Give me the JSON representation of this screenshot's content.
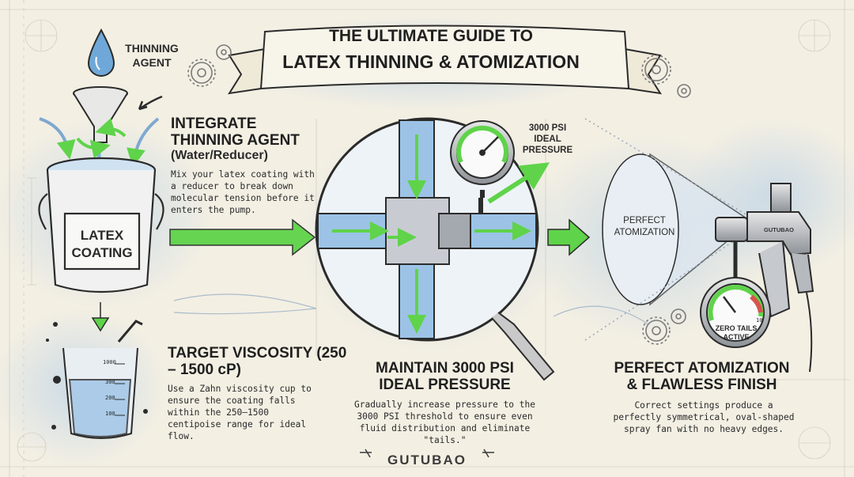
{
  "title": {
    "line1": "THE ULTIMATE GUIDE TO",
    "line2": "LATEX THINNING & ATOMIZATION"
  },
  "labels": {
    "thinning_agent": "THINNING AGENT",
    "latex_coating": "LATEX COATING",
    "psi_callout": "3000 PSI IDEAL PRESSURE",
    "perfect_atomization": "PERFECT ATOMIZATION",
    "gun_brand": "GUTUBAO",
    "zero_tails": "ZERO TAILS ACTIVE",
    "footer_brand": "GUTUBAO",
    "beaker_ticks": [
      "1000",
      "300",
      "200",
      "100"
    ],
    "gauge_ticks": [
      "10"
    ]
  },
  "sections": [
    {
      "id": "integrate",
      "title": "INTEGRATE THINNING AGENT",
      "subtitle": "(Water/Reducer)",
      "body": "Mix your latex coating with a reducer to break down molecular tension before it enters the pump."
    },
    {
      "id": "viscosity",
      "title": "TARGET VISCOSITY (250 – 1500 cP)",
      "body": "Use a Zahn viscosity cup to ensure the coating falls within the 250–1500 centipoise range for ideal flow."
    },
    {
      "id": "pressure",
      "title": "MAINTAIN 3000 PSI IDEAL PRESSURE",
      "body": "Gradually increase pressure to the 3000 PSI threshold to ensure even fluid distribution and eliminate \"tails.\""
    },
    {
      "id": "finish",
      "title": "PERFECT ATOMIZATION & FLAWLESS FINISH",
      "body": "Correct settings produce a perfectly symmetrical, oval-shaped spray fan with no heavy edges."
    }
  ],
  "colors": {
    "paper": "#f3efe3",
    "ink": "#2b2b2b",
    "accent_green": "#5fd34a",
    "water_blue": "#9cc3e6",
    "banner_fill": "#f7f4ea"
  },
  "icons": [
    "water-drop-icon",
    "funnel-icon",
    "bucket-icon",
    "beaker-icon",
    "pressure-gauge-icon",
    "valve-magnifier-icon",
    "spray-gun-icon",
    "gear-icon"
  ]
}
